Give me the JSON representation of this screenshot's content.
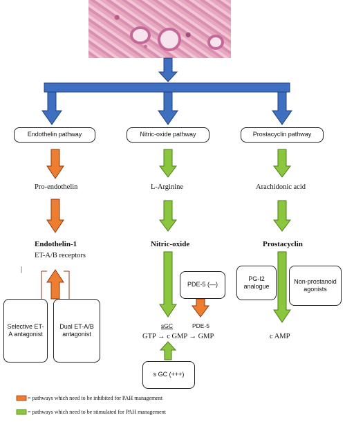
{
  "pathways": {
    "endothelin": "Endothelin pathway",
    "nitric_oxide": "Nitric-oxide pathway",
    "prostacyclin": "Prostacyclin pathway"
  },
  "endothelin": {
    "step1": "Pro-endothelin",
    "step2": "Endothelin-1",
    "receptors": "ET-A/B receptors",
    "tick": "|",
    "selective": "Selective ET-A antagonist",
    "dual": "Dual ET-A/B antagonist"
  },
  "no": {
    "step1": "L-Arginine",
    "step2": "Nitric-oxide",
    "pde5_inhib": "PDE-5 (—)",
    "sgc": "sGC",
    "pde5": "PDE-5",
    "reaction": "GTP  →  c GMP →  GMP",
    "sgc_stim": "s GC (+++)"
  },
  "prostacyclin": {
    "step1": "Arachidonic acid",
    "step2": "Prostacyclin",
    "analogue": "PG-I2 analogue",
    "nonprostanoid": "Non-prostanoid agonists",
    "camp": "c AMP"
  },
  "legend": {
    "inhibit": "= pathways which need to be inhibited for PAH management",
    "stimulate": "= pathways which need to be stimulated for PAH management"
  },
  "colors": {
    "blue": "#3e6fc1",
    "orange": "#ed7d31",
    "green": "#8cc63f"
  }
}
